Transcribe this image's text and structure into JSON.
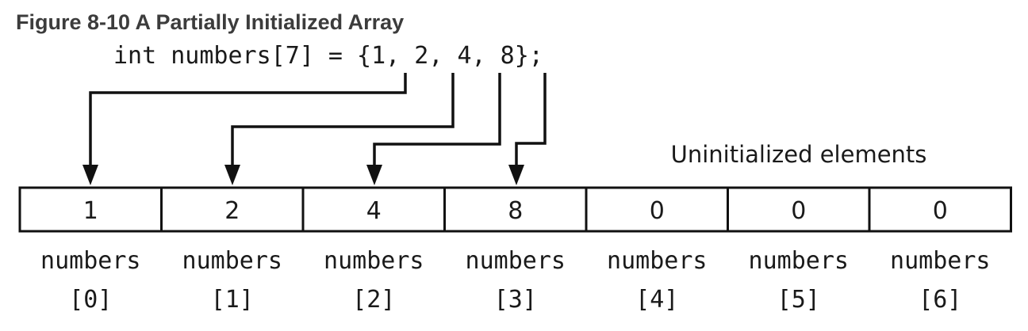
{
  "title": "Figure 8-10 A Partially Initialized Array",
  "code": {
    "prefix": "int numbers[7] = {",
    "initializers": [
      "1",
      "2",
      "4",
      "8"
    ],
    "separator": ", ",
    "suffix": "};"
  },
  "annotation": "Uninitialized elements",
  "cells": [
    {
      "value": "1",
      "label_line1": "numbers",
      "label_line2": "[0]"
    },
    {
      "value": "2",
      "label_line1": "numbers",
      "label_line2": "[1]"
    },
    {
      "value": "4",
      "label_line1": "numbers",
      "label_line2": "[2]"
    },
    {
      "value": "8",
      "label_line1": "numbers",
      "label_line2": "[3]"
    },
    {
      "value": "0",
      "label_line1": "numbers",
      "label_line2": "[4]"
    },
    {
      "value": "0",
      "label_line1": "numbers",
      "label_line2": "[5]"
    },
    {
      "value": "0",
      "label_line1": "numbers",
      "label_line2": "[6]"
    }
  ]
}
